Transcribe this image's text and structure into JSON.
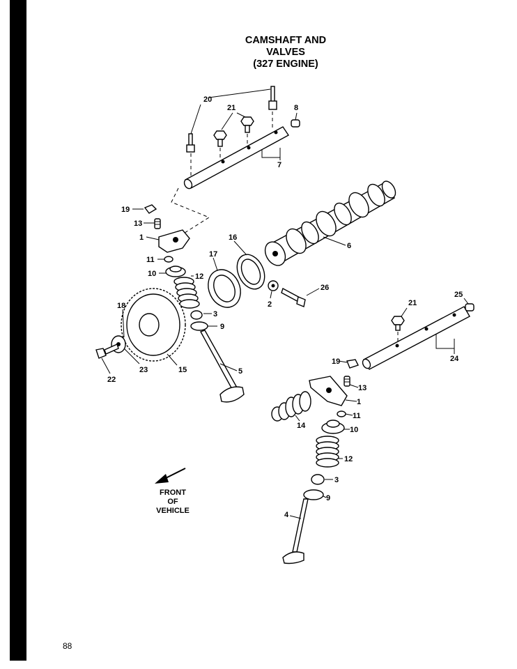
{
  "title": {
    "line1": "CAMSHAFT AND",
    "line2": "VALVES",
    "line3": "(327 ENGINE)"
  },
  "page_number": "88",
  "front_note": {
    "line1": "FRONT",
    "line2": "OF",
    "line3": "VEHICLE"
  },
  "callouts": {
    "c20": "20",
    "c21_top": "21",
    "c8": "8",
    "c7": "7",
    "c19_left": "19",
    "c13_left": "13",
    "c1_left": "1",
    "c6": "6",
    "c17": "17",
    "c16": "16",
    "c11_left": "11",
    "c10_left": "10",
    "c12_left": "12",
    "c26": "26",
    "c2": "2",
    "c18": "18",
    "c3_left": "3",
    "c9_left": "9",
    "c21_right": "21",
    "c25": "25",
    "c22": "22",
    "c23": "23",
    "c15": "15",
    "c5": "5",
    "c24": "24",
    "c19_right": "19",
    "c13_right": "13",
    "c1_right": "1",
    "c11_right": "11",
    "c14": "14",
    "c10_right": "10",
    "c12_right": "12",
    "c3_right": "3",
    "c9_right": "9",
    "c4": "4"
  }
}
